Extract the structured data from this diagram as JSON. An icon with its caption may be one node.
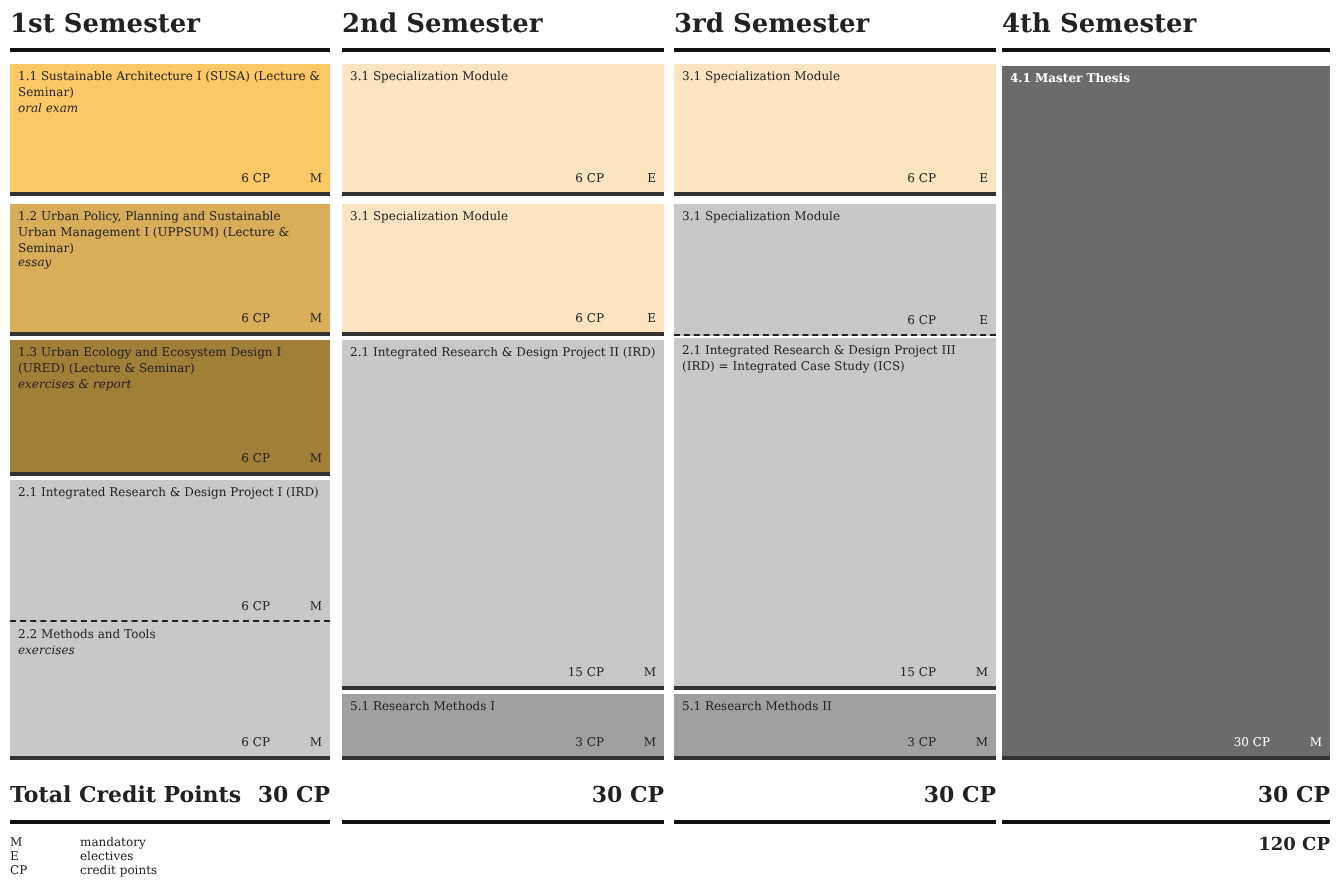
{
  "diagram": {
    "nodes": [
      {
        "text": [
          "1.1 Sustainable Architecture I (SUSA) (Lecture & Seminar)",
          "oral exam",
          "6 CP",
          "M"
        ]
      },
      {
        "text": [
          "1.2 Urban Policy, Planning and Sustainable Urban Management I (UPPSUM) (Lecture & Seminar)",
          "essay",
          "6 CP",
          "M"
        ]
      },
      {
        "text": [
          "1.3 Urban Ecology and Ecosystem Design I (URED) (Lecture  & Seminar)",
          "exercises & report",
          "6 CP",
          "M"
        ]
      },
      {
        "text": [
          "2.1 Integrated Research & Design Project I (IRD)",
          "6 CP",
          "M"
        ]
      },
      {
        "text": [
          "2.2 Methods and Tools",
          "exercises",
          "6 CP",
          "M"
        ]
      },
      {
        "text": [
          "3.1 Specialization Module",
          "6 CP",
          "E"
        ]
      },
      {
        "text": [
          "3.1 Specialization Module",
          "6 CP",
          "E"
        ]
      },
      {
        "text": [
          "2.1 Integrated Research & Design Project II (IRD)",
          "15 CP",
          "M"
        ]
      },
      {
        "text": [
          "5.1 Research Methods I",
          "3 CP",
          "M"
        ]
      },
      {
        "text": [
          "3.1 Specialization Module",
          "6 CP",
          "E"
        ]
      },
      {
        "text": [
          "3.1 Specialization Module",
          "6 CP",
          "E"
        ]
      },
      {
        "text": [
          "2.1 Integrated Research & Design Project III (IRD) = Integrated Case Study (ICS)",
          "15 CP",
          "M"
        ]
      },
      {
        "text": [
          "5.1 Research Methods II",
          "3 CP",
          "M"
        ]
      },
      {
        "text": [
          "4.1  Master Thesis",
          "30 CP",
          "M"
        ]
      }
    ],
    "labels": [
      "1st Semester",
      "2nd Semester",
      "3rd Semester",
      "4th Semester",
      "Total Credit Points",
      "30 CP",
      "30 CP",
      "30 CP",
      "30 CP",
      "M",
      "mandatory",
      "E",
      "electives",
      "CP",
      "credit points",
      "120 CP"
    ]
  }
}
